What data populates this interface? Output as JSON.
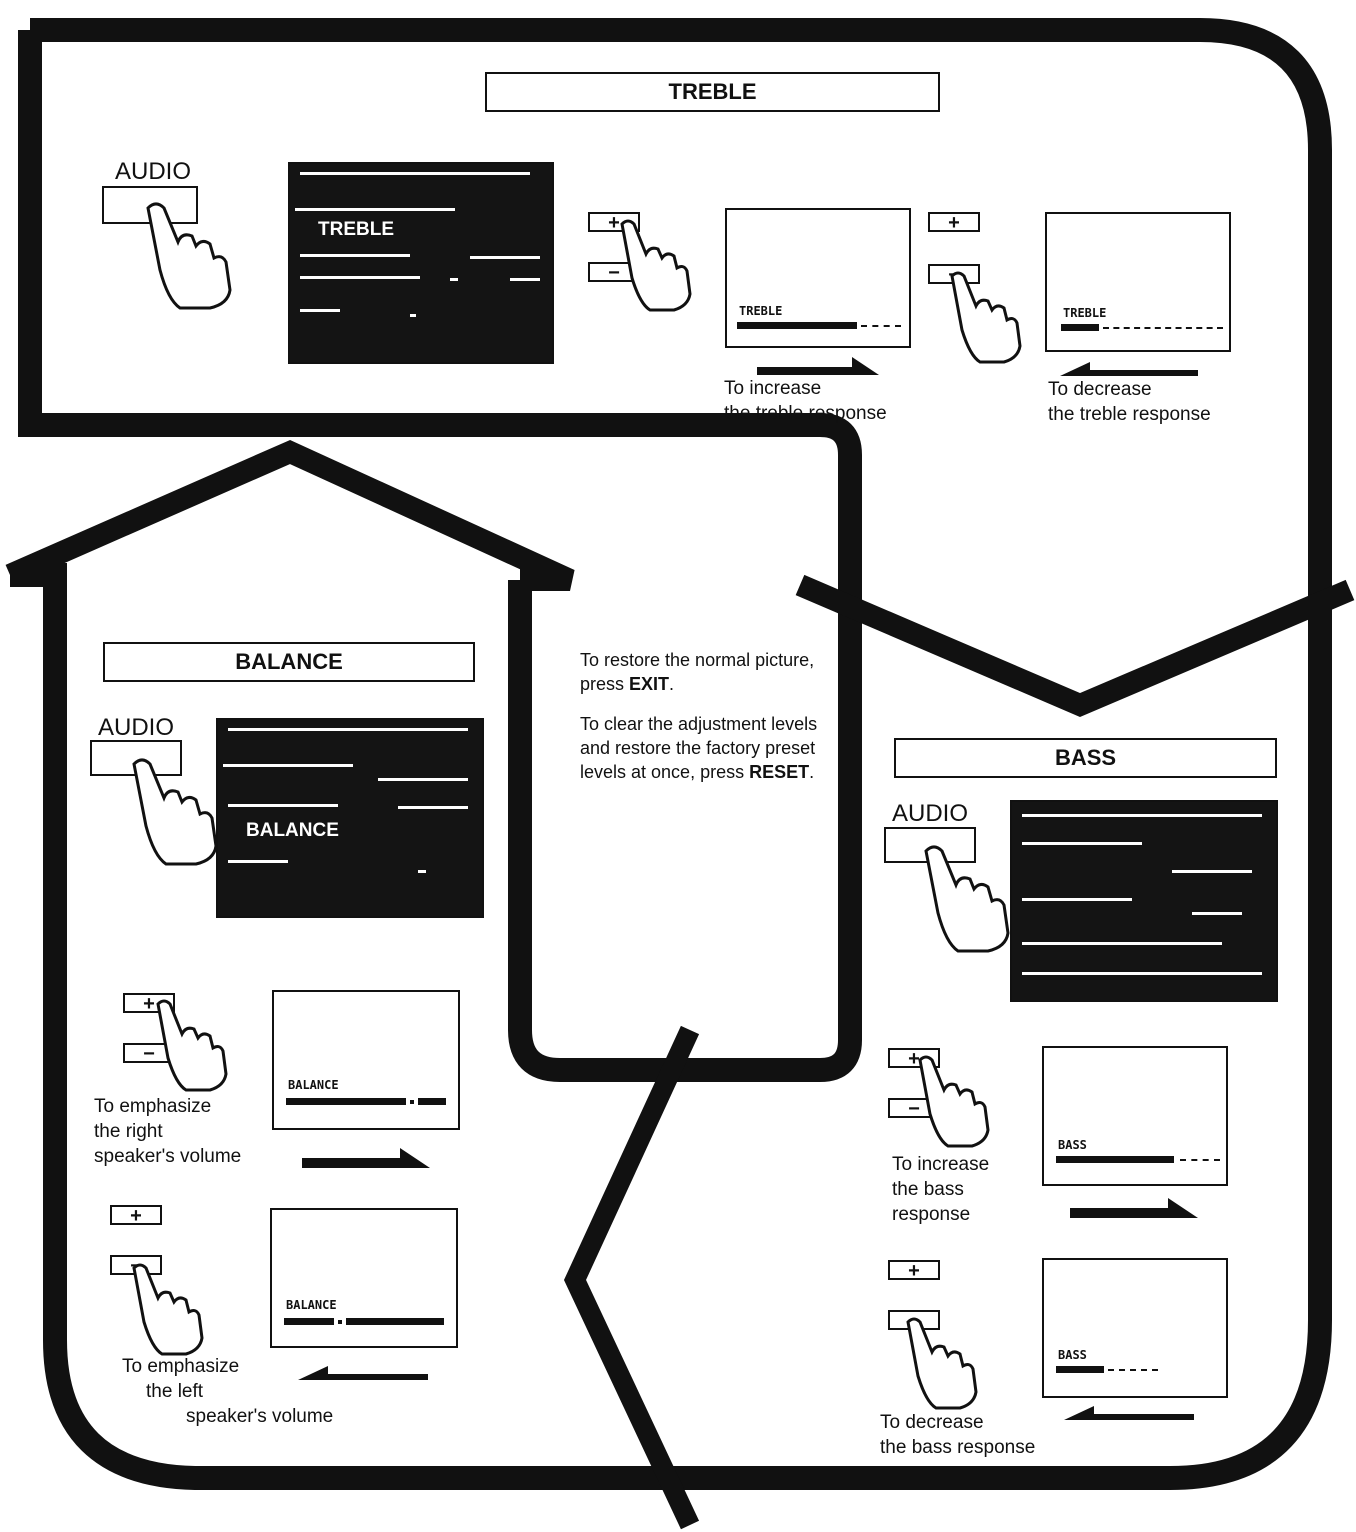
{
  "sections": {
    "treble": {
      "title": "TREBLE",
      "audio_label": "AUDIO",
      "menu_item": "TREBLE",
      "screen1_label": "TREBLE",
      "screen2_label": "TREBLE",
      "increase_caption": [
        "To increase",
        "the treble response"
      ],
      "decrease_caption": [
        "To decrease",
        "the treble response"
      ]
    },
    "balance": {
      "title": "BALANCE",
      "audio_label": "AUDIO",
      "menu_item": "BALANCE",
      "screen1_label": "BALANCE",
      "screen2_label": "BALANCE",
      "right_caption": [
        "To emphasize",
        "the right",
        "speaker's volume"
      ],
      "left_caption": [
        "To emphasize",
        "the left",
        "speaker's volume"
      ]
    },
    "bass": {
      "title": "BASS",
      "audio_label": "AUDIO",
      "screen1_label": "BASS",
      "screen2_label": "BASS",
      "increase_caption": [
        "To increase",
        "the bass",
        "response"
      ],
      "decrease_caption": [
        "To decrease",
        "the bass response"
      ]
    }
  },
  "buttons": {
    "plus": "+",
    "minus": "−"
  },
  "notes": {
    "exit_text": "To restore the normal picture, press ",
    "exit_key": "EXIT",
    "reset_text": "To clear the adjustment levels and restore the factory preset levels at once, press ",
    "reset_key": "RESET"
  }
}
